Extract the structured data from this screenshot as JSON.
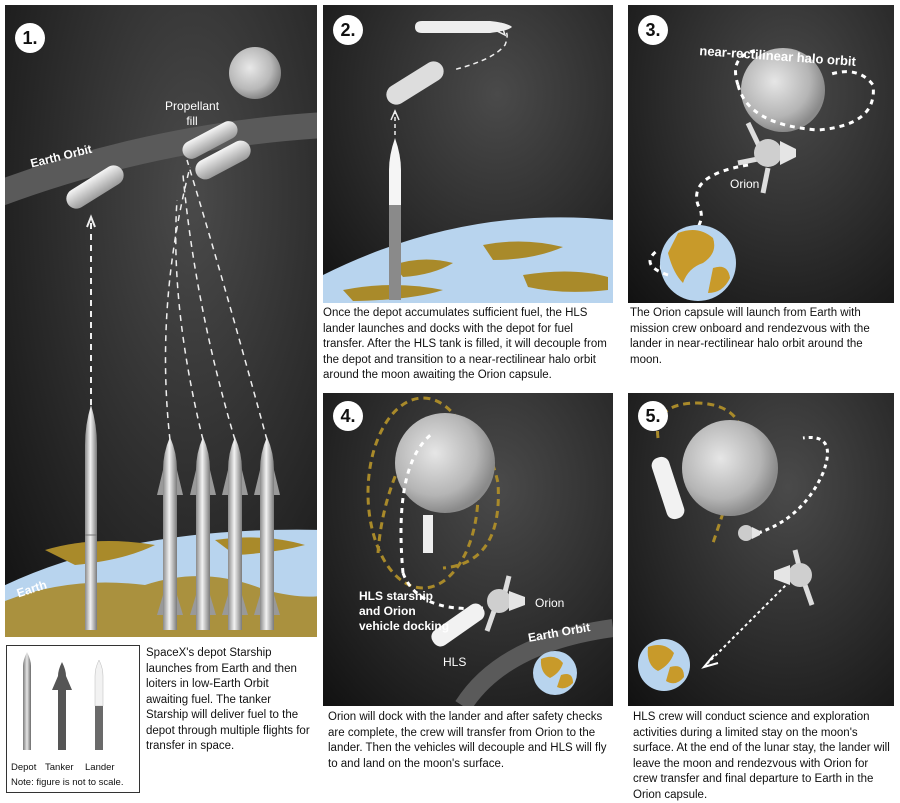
{
  "panel1": {
    "number": "1.",
    "label_fill": "Propellant\nfill",
    "label_orbit": "Earth Orbit",
    "label_earth": "Earth"
  },
  "panel2": {
    "number": "2."
  },
  "panel3": {
    "number": "3.",
    "label_halo": "near-rectilinear halo orbit",
    "label_orion": "Orion"
  },
  "panel4": {
    "number": "4.",
    "label_docking": "HLS starship\nand Orion\nvehicle docking",
    "label_orion": "Orion",
    "label_hls": "HLS",
    "label_orbit": "Earth Orbit"
  },
  "panel5": {
    "number": "5."
  },
  "captions": {
    "c1": "SpaceX's depot Starship launches from Earth and then loiters in low-Earth Orbit awaiting fuel. The tanker Starship will deliver fuel to the depot through multiple flights for transfer in space.",
    "c2": "Once the depot accumulates sufficient fuel, the HLS lander launches and docks with the depot for fuel transfer. After the HLS tank is filled, it will decouple from the depot and transition to a near-rectilinear halo orbit around the moon awaiting the Orion capsule.",
    "c3": "The Orion capsule will launch from Earth with mission crew onboard and rendezvous with the lander in near-rectilinear halo orbit around the moon.",
    "c4": "Orion will dock with the lander and after safety checks are complete, the crew will transfer from Orion to the lander. Then the vehicles will decouple and HLS will fly to and land on the moon's surface.",
    "c5": "HLS crew will conduct science and exploration activities during a limited stay on the moon's surface. At the end of the lunar stay, the lander will leave the moon and rendezvous with Orion for crew transfer and final departure to Earth in the Orion capsule."
  },
  "legend": {
    "depot": "Depot",
    "tanker": "Tanker",
    "lander": "Lander",
    "note": "Note: figure is not to scale."
  }
}
